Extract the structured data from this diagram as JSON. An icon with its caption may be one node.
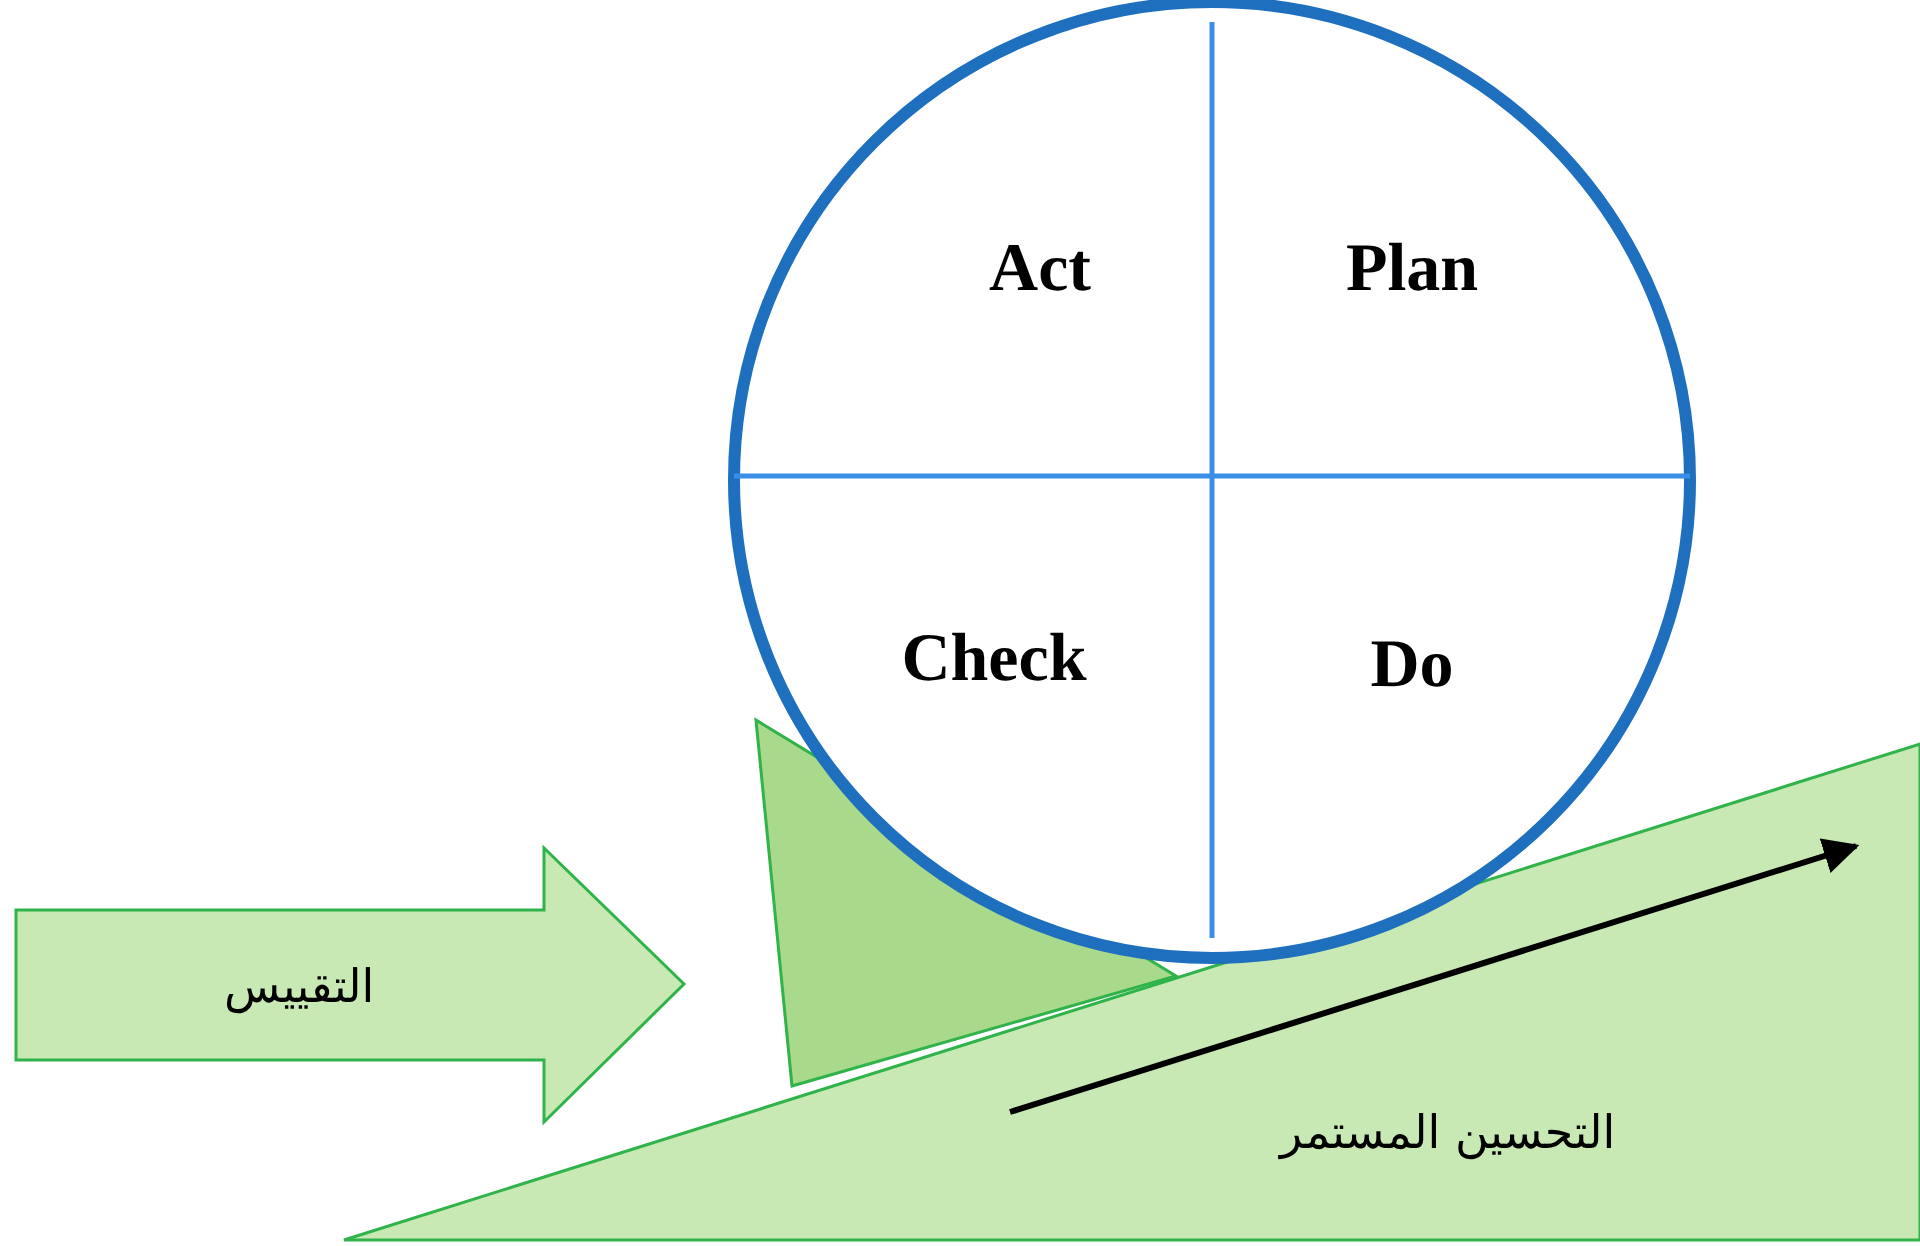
{
  "diagram": {
    "nodes": [
      {
        "text": [],
        "shape": "circle"
      },
      {
        "text": [
          "Act"
        ],
        "in": 0
      },
      {
        "text": [
          "Plan"
        ],
        "in": 0
      },
      {
        "text": [
          "Check"
        ],
        "in": 0
      },
      {
        "text": [
          "Do"
        ],
        "in": 0
      },
      {
        "text": [
          "التقييس"
        ]
      },
      {
        "text": [
          "التحسين المستمر"
        ]
      }
    ]
  }
}
